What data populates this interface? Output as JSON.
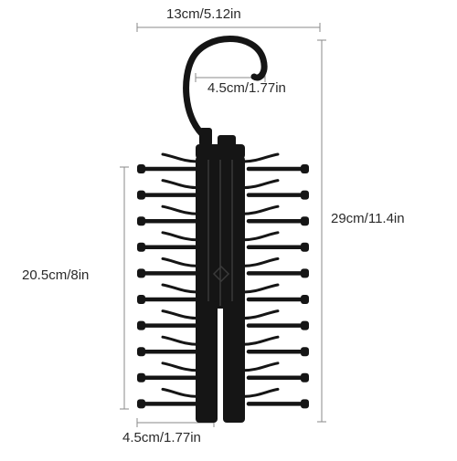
{
  "dimensions": {
    "width_top": "13cm/5.12in",
    "hook_opening": "4.5cm/1.77in",
    "total_height": "29cm/11.4in",
    "body_height": "20.5cm/8in",
    "bottom_gap": "4.5cm/1.77in"
  },
  "colors": {
    "product": "#151515",
    "product_highlight": "#3a3a3a",
    "dimension_line": "#8a8a8a",
    "background": "#ffffff"
  },
  "product": {
    "name_icon": "tie-rack-hanger-icon",
    "arms_per_side": 10
  }
}
